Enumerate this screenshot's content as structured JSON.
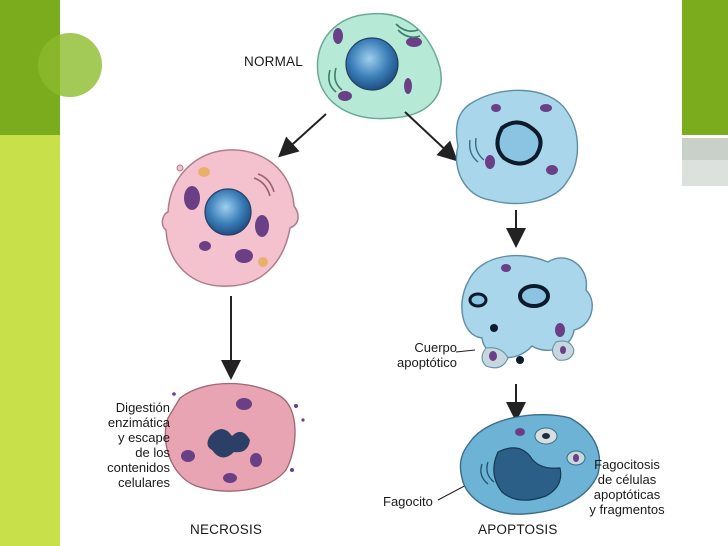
{
  "labels": {
    "normal": "NORMAL",
    "necrosis": "NECROSIS",
    "apoptosis": "APOPTOSIS",
    "cuerpo": "Cuerpo\napoptótico",
    "digestion": "Digestión\nenzimática\ny escape\nde los\ncontenidos\ncelulares",
    "fagocito": "Fagocito",
    "fagocitosis": "Fagocitosis\nde células\napoptóticas\ny fragmentos"
  },
  "colors": {
    "slide_green_dark": "#7aac1e",
    "slide_green_light": "#c8e04a",
    "slide_gray": "#c9cfc9",
    "normal_cell": "#b6ead6",
    "necrosis_cell": "#f4c2cf",
    "apoptosis_cell": "#a9d6ea",
    "nucleus": "#3b7eb8",
    "organelle": "#6a3f86"
  }
}
